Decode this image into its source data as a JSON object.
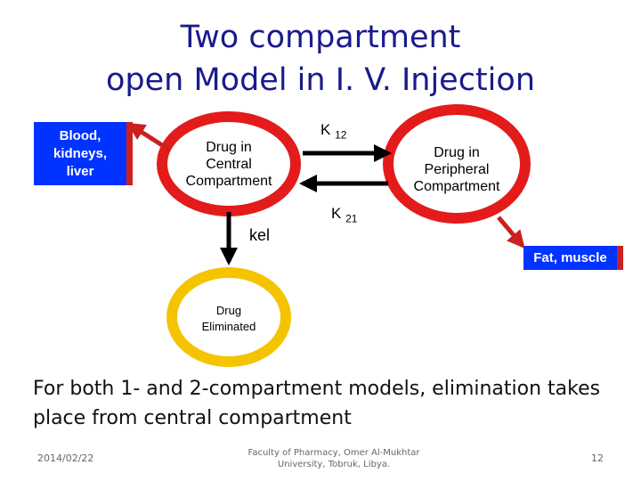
{
  "slide": {
    "title_line1": "Two compartment",
    "title_line2": "open Model in I. V. Injection"
  },
  "diagram": {
    "blood_box": {
      "line1": "Blood,",
      "line2": "kidneys,",
      "line3": "liver"
    },
    "central": {
      "line1": "Drug in",
      "line2": "Central",
      "line3": "Compartment"
    },
    "peripheral": {
      "line1": "Drug in",
      "line2": "Peripheral",
      "line3": "Compartment"
    },
    "k12": {
      "main": "K",
      "sub": "12"
    },
    "k21": {
      "main": "K",
      "sub": "21"
    },
    "kel": "kel",
    "fat_box": "Fat, muscle",
    "eliminated": {
      "line1": "Drug",
      "line2": "Eliminated"
    },
    "colors": {
      "compartment_ring": "#e31b1b",
      "eliminated_ring": "#f5c400",
      "box_fill": "#0033ff",
      "arrow": "#000000",
      "title": "#1a1a8c"
    }
  },
  "body_text": "For both 1- and 2-compartment models, elimination takes place from central compartment",
  "footer": {
    "date": "2014/02/22",
    "institution_line1": "Faculty of Pharmacy, Omer Al-Mukhtar",
    "institution_line2": "University, Tobruk, Libya.",
    "page_number": "12"
  }
}
